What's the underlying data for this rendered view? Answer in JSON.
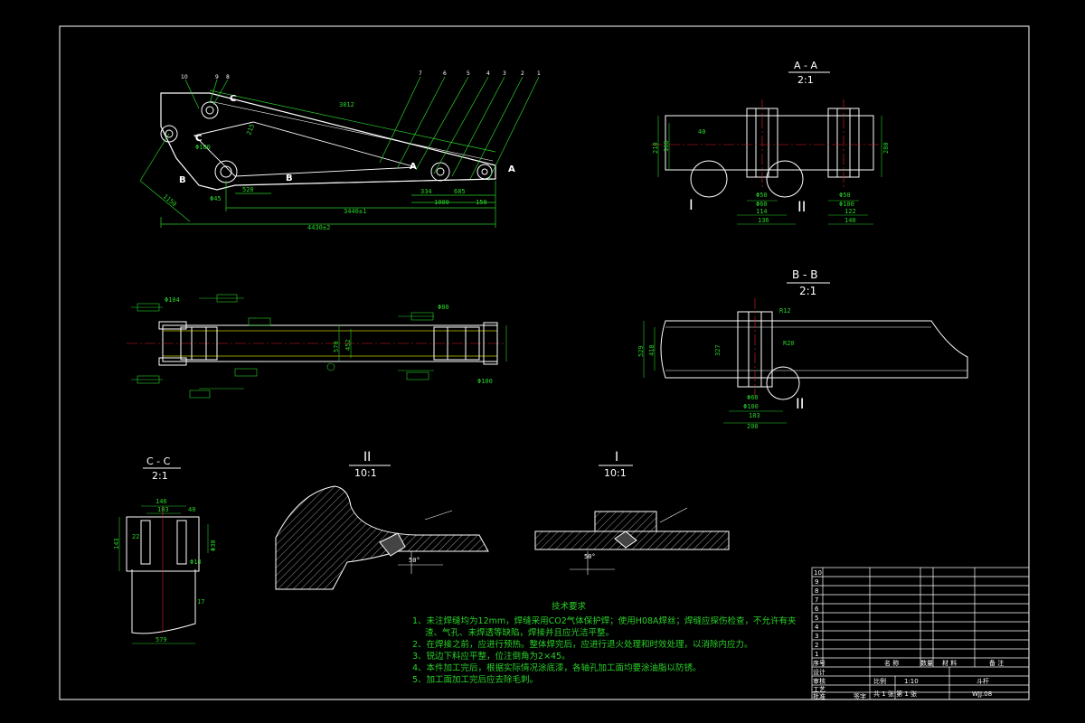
{
  "sheet": {
    "background": "#000000",
    "frame_color": "#ffffff",
    "dim_color": "#29d129",
    "centerline_color": "#e02020",
    "outline_color": "#ffffff"
  },
  "views": {
    "main": {
      "part_numbers": [
        "10",
        "9",
        "8",
        "7",
        "6",
        "5",
        "4",
        "3",
        "2",
        "1"
      ],
      "dims": {
        "top_len": "3812",
        "lower_len": "3440±1",
        "total_len": "4430±2",
        "d1": "334",
        "d2": "685",
        "d3": "1000",
        "d4": "150",
        "d5": "520",
        "d6": "1150",
        "dia_left": "Φ100",
        "dia_bot": "Φ45",
        "h1": "215"
      },
      "cut_marks": {
        "c": "C",
        "b": "B",
        "a": "A"
      }
    },
    "plan": {
      "dims": {
        "w1": "570",
        "w2": "452",
        "d_left": "Φ104",
        "d_right": "Φ80",
        "d_br": "Φ100"
      }
    },
    "aa": {
      "title": "A - A",
      "scale": "2:1",
      "detail_left": "I",
      "detail_right": "II",
      "dims": {
        "h_total": "210",
        "h_mid": "166",
        "d1": "Φ50",
        "d2": "Φ60",
        "d3": "Φ50",
        "d4": "Φ100",
        "w1": "114",
        "w2": "136",
        "w3": "122",
        "w4": "140",
        "t1": "40",
        "t2": "280"
      }
    },
    "bb": {
      "title": "B - B",
      "scale": "2:1",
      "detail": "II",
      "dims": {
        "h1": "529",
        "h2": "418",
        "h3": "327",
        "r1": "R12",
        "r2": "R20",
        "d1": "Φ60",
        "d2": "Φ100",
        "w1": "183",
        "w2": "200"
      }
    },
    "cc": {
      "title": "C - C",
      "scale": "2:1",
      "dims": {
        "w1": "146",
        "w2": "103",
        "h1": "143",
        "w3": "40",
        "d1": "Φ30",
        "d2": "Φ18",
        "w_bot": "579",
        "n1": "22",
        "n2": "17"
      }
    },
    "d2": {
      "title": "II",
      "scale": "10:1",
      "angle": "50°"
    },
    "d1": {
      "title": "I",
      "scale": "10:1",
      "angle": "50°"
    }
  },
  "notes": {
    "heading": "技术要求",
    "lines": [
      "1、未注焊缝均为12mm，焊缝采用CO2气体保护焊；使用H08A焊丝；焊缝应探伤检查，不允许有夹",
      "渣、气孔、未焊透等缺陷，焊接并且应光洁平整。",
      "2、在焊接之前，应进行预热。整体焊完后，应进行退火处理和时效处理，以消除内应力。",
      "3、锐边下料应平整，位注倒角为2×45。",
      "4、本件加工完后，根据实际情况涂底漆，各轴孔加工面均要涂油脂以防锈。",
      "5、加工面加工完后应去除毛刺。"
    ]
  },
  "title_block": {
    "rows": [
      "10",
      "9",
      "8",
      "7",
      "6",
      "5",
      "4",
      "3",
      "2",
      "1"
    ],
    "header": [
      "序号",
      "名 称",
      "数量",
      "材 料",
      "备 注"
    ],
    "left_labels": [
      "设计",
      "审核",
      "工艺",
      "批准"
    ],
    "scale_label": "比例",
    "scale_value": "1:10",
    "name": "斗杆",
    "sheet_info": "共 1 张  第 1 张",
    "drawing_no": "WJJ.08",
    "extra": "签字"
  }
}
